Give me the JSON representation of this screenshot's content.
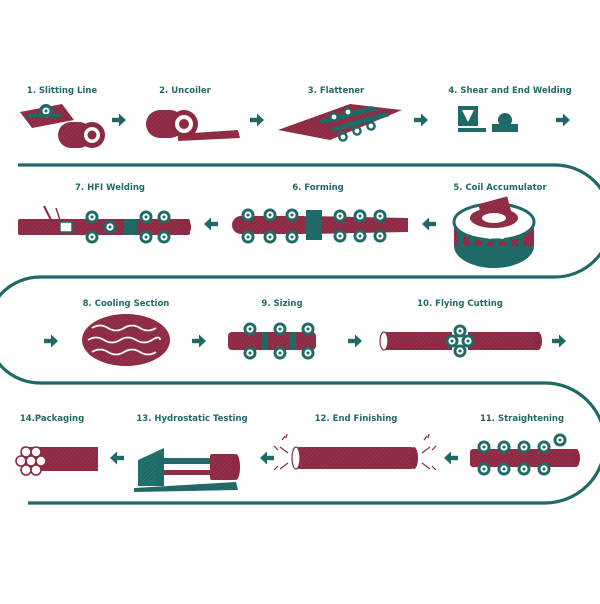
{
  "colors": {
    "teal": "#1f6a66",
    "maroon": "#8c2a43",
    "white": "#ffffff"
  },
  "steps": [
    {
      "id": 1,
      "label": "1. Slitting Line",
      "icon": "slitting-line-icon"
    },
    {
      "id": 2,
      "label": "2. Uncoiler",
      "icon": "uncoiler-icon"
    },
    {
      "id": 3,
      "label": "3. Flattener",
      "icon": "flattener-icon"
    },
    {
      "id": 4,
      "label": "4. Shear and End Welding",
      "icon": "shear-welding-icon"
    },
    {
      "id": 5,
      "label": "5. Coil Accumulator",
      "icon": "coil-accumulator-icon"
    },
    {
      "id": 6,
      "label": "6. Forming",
      "icon": "forming-icon"
    },
    {
      "id": 7,
      "label": "7. HFI Welding",
      "icon": "hfi-welding-icon"
    },
    {
      "id": 8,
      "label": "8. Cooling Section",
      "icon": "cooling-section-icon"
    },
    {
      "id": 9,
      "label": "9. Sizing",
      "icon": "sizing-icon"
    },
    {
      "id": 10,
      "label": "10. Flying Cutting",
      "icon": "flying-cutting-icon"
    },
    {
      "id": 11,
      "label": "11. Straightening",
      "icon": "straightening-icon"
    },
    {
      "id": 12,
      "label": "12. End Finishing",
      "icon": "end-finishing-icon"
    },
    {
      "id": 13,
      "label": "13. Hydrostatic Testing",
      "icon": "hydrostatic-testing-icon"
    },
    {
      "id": 14,
      "label": "14.Packaging",
      "icon": "packaging-icon"
    }
  ]
}
